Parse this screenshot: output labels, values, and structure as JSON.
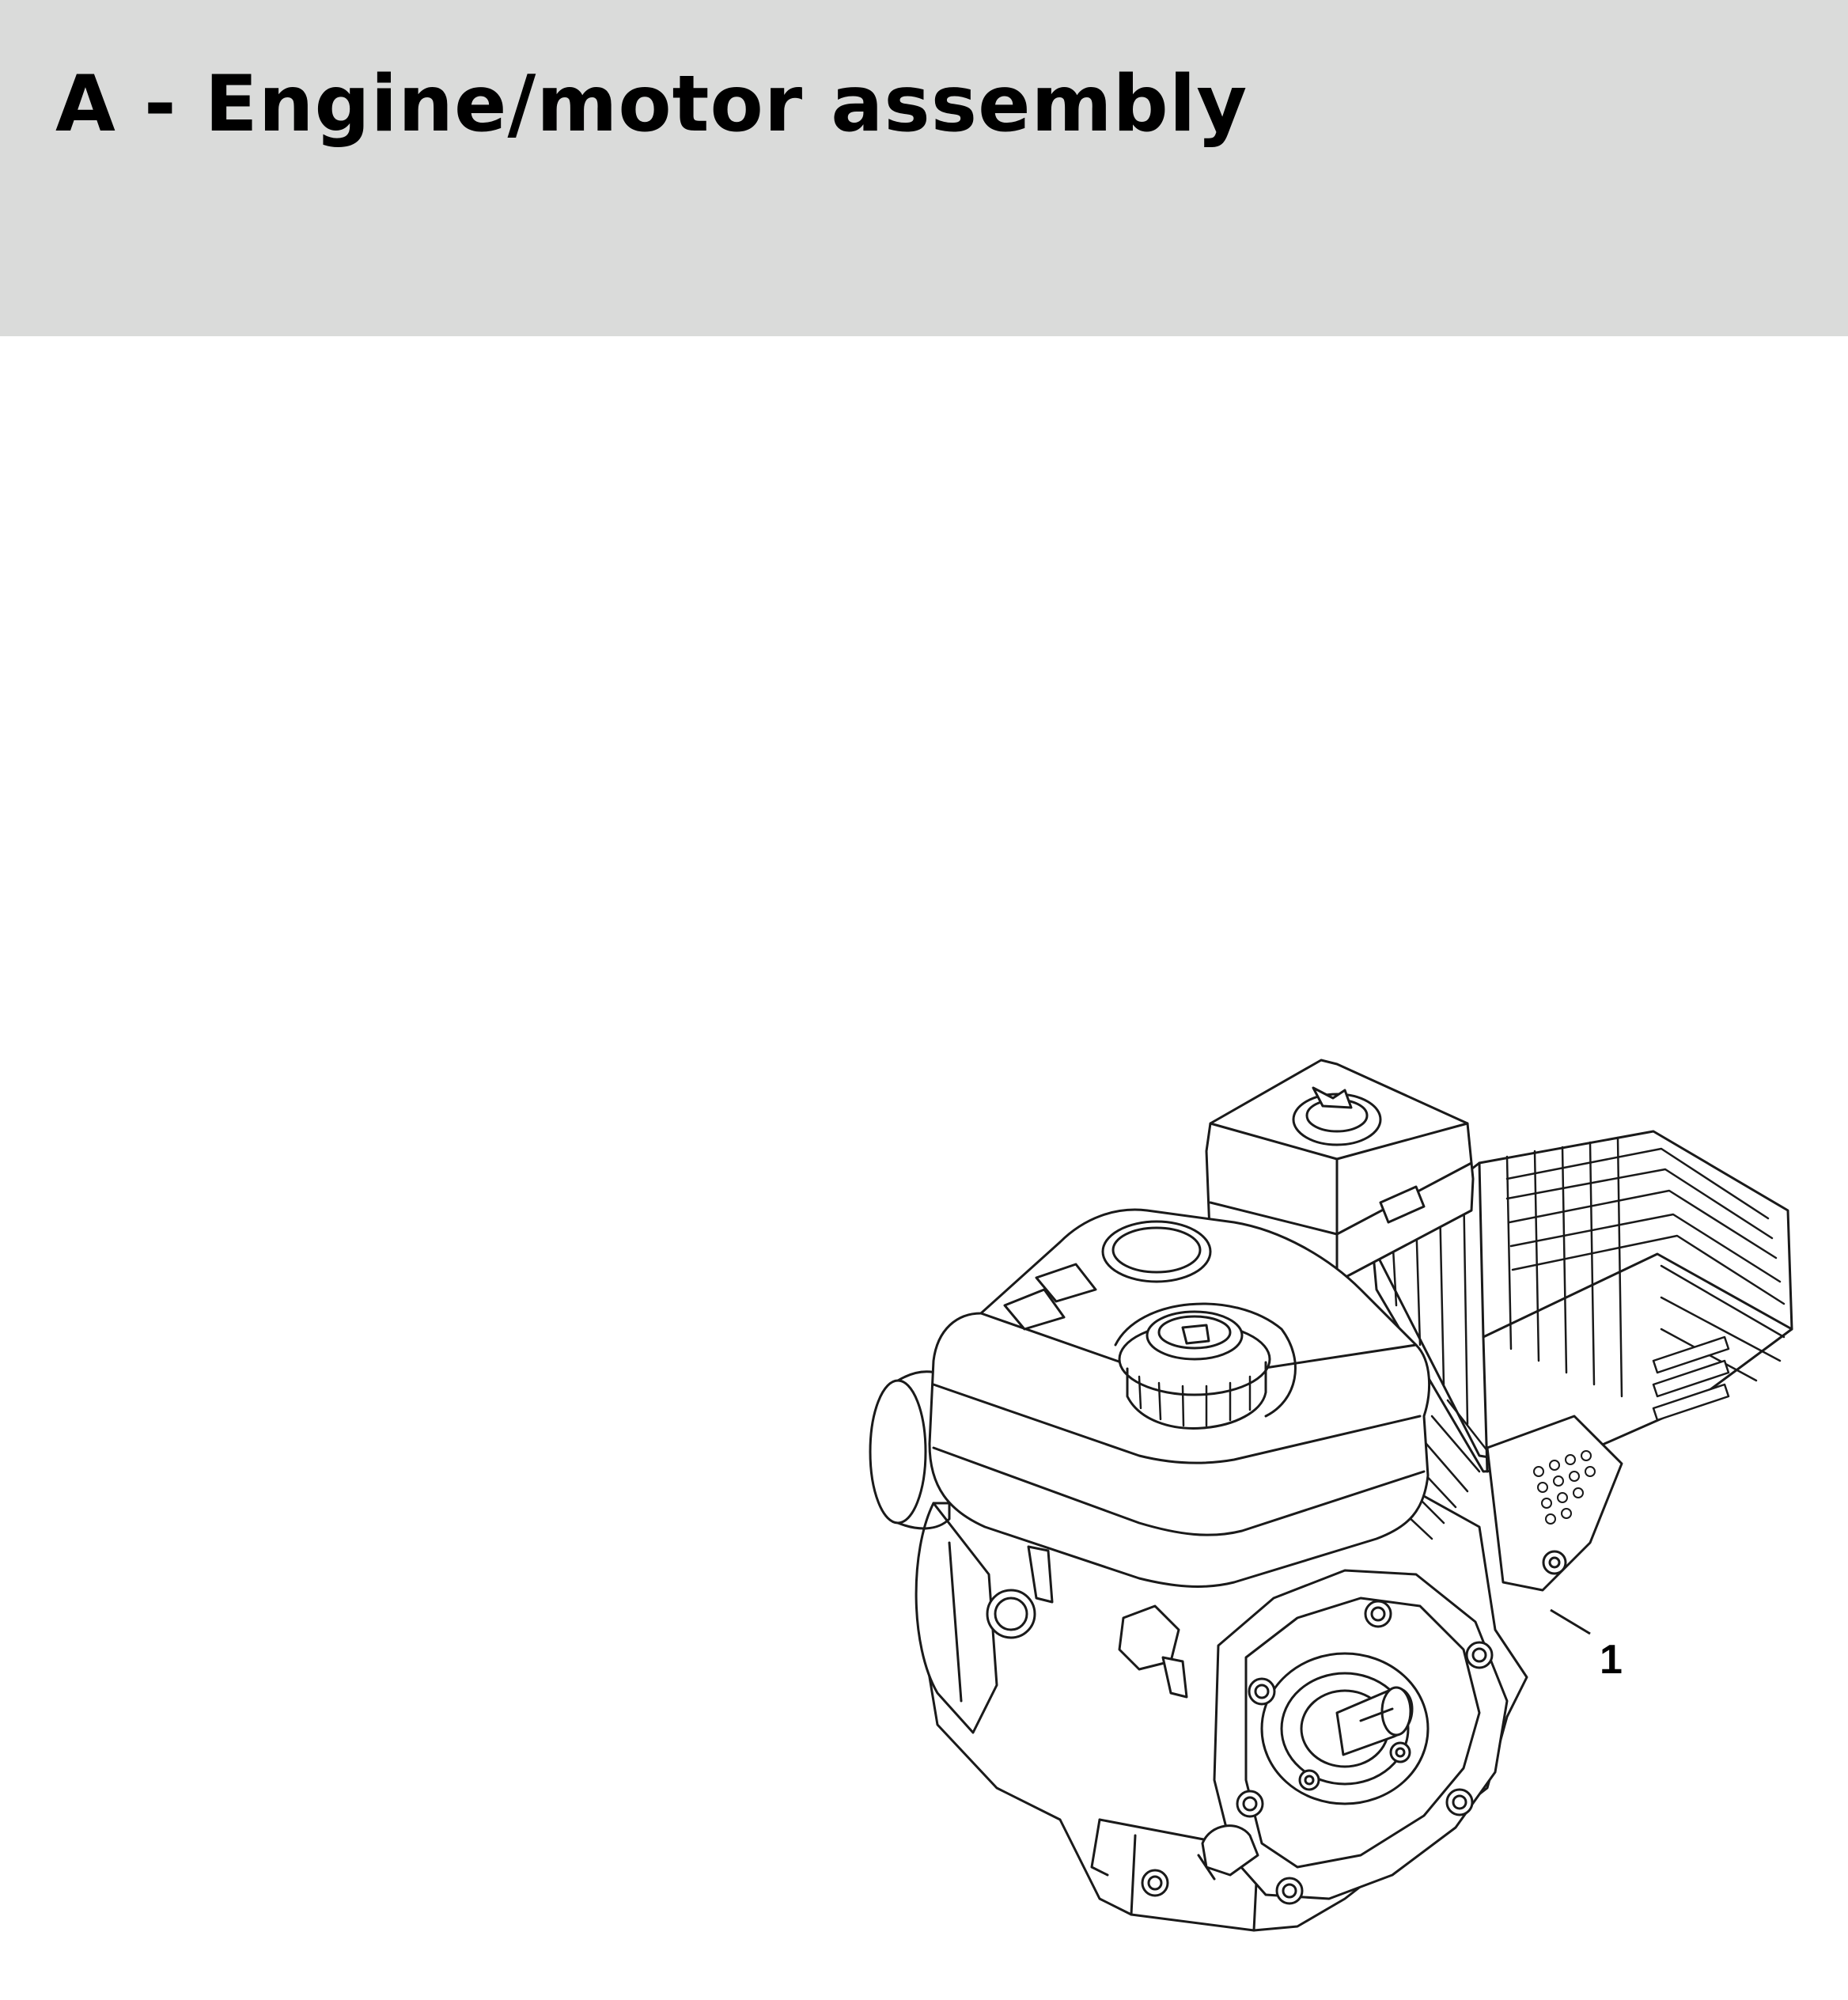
{
  "header": {
    "title": "A - Engine/motor assembly",
    "band_color": "#dadbda"
  },
  "diagram": {
    "subject": "engine-assembly-illustration",
    "callouts": [
      {
        "label": "1"
      }
    ],
    "line_color": "#1a1a1a"
  }
}
